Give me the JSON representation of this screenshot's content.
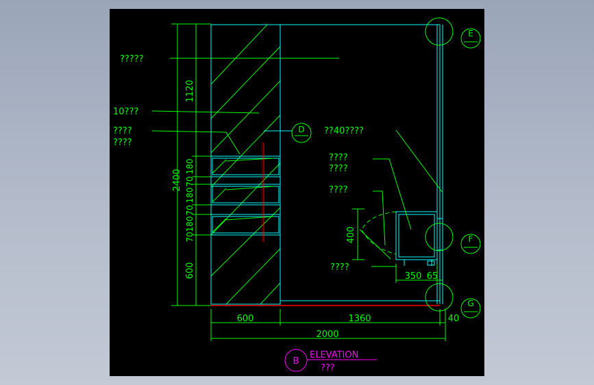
{
  "colors": {
    "background": "#000000",
    "green": "#00ff00",
    "cyan": "#00ffff",
    "red": "#ff0000",
    "magenta": "#ff00ff",
    "white": "#ffffff"
  },
  "labels": {
    "top": "?????",
    "shelf_10": "10???",
    "mid_1": "????",
    "mid_2": "????",
    "right_1": "??40????",
    "right_2a": "????",
    "right_2b": "????",
    "right_3": "????",
    "right_4": "????"
  },
  "dims": {
    "total_height": "2400",
    "upper": "1120",
    "shelf_a": "180",
    "shelf_b": "70",
    "shelf_c": "180",
    "shelf_d": "70",
    "shelf_e": "180",
    "shelf_f": "70",
    "lower": "600",
    "unit_height": "400",
    "depth_350": "350",
    "depth_65": "65",
    "width_600": "600",
    "width_1360": "1360",
    "width_40": "40",
    "total_width": "2000"
  },
  "markers": {
    "d": "D",
    "e": "E",
    "f": "F",
    "g": "G",
    "b": "B"
  },
  "title": {
    "main": "ELEVATION",
    "sub": "???"
  }
}
